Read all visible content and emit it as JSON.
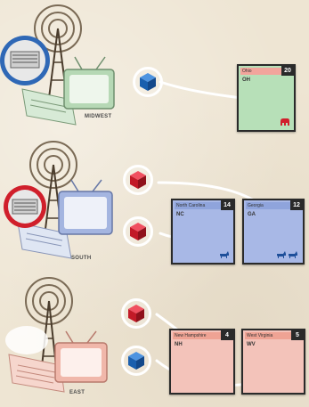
{
  "regions": [
    {
      "label": "MIDWEST",
      "cubes": [
        "blue"
      ],
      "cards": [
        {
          "name": "Ohio",
          "ev": "20",
          "abbr": "OH",
          "color": "green",
          "icon": "republican-elephant-icon"
        }
      ]
    },
    {
      "label": "SOUTH",
      "cubes": [
        "red",
        "red"
      ],
      "cards": [
        {
          "name": "North Carolina",
          "ev": "14",
          "abbr": "NC",
          "color": "blue",
          "icon": "democrat-donkey-icon"
        },
        {
          "name": "Georgia",
          "ev": "12",
          "abbr": "GA",
          "color": "blue",
          "icon": "democrat-donkey-icons-pair"
        }
      ]
    },
    {
      "label": "EAST",
      "cubes": [
        "red",
        "blue"
      ],
      "cards": [
        {
          "name": "New Hampshire",
          "ev": "4",
          "abbr": "NH",
          "color": "red",
          "icon": ""
        },
        {
          "name": "West Virginia",
          "ev": "5",
          "abbr": "WV",
          "color": "red",
          "icon": ""
        }
      ]
    }
  ],
  "colors": {
    "cube_blue": "#1e6fc4",
    "cube_red": "#d01f2b",
    "card_blue": "#a8b8e6",
    "card_green": "#b7e0b8",
    "card_red": "#f3c3ba"
  }
}
